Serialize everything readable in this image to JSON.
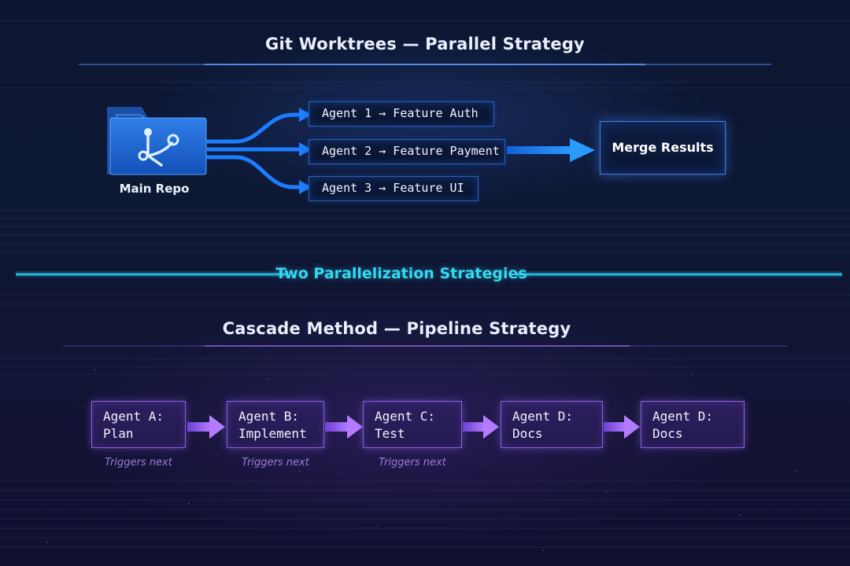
{
  "titles": {
    "worktrees": "Git Worktrees — Parallel Strategy",
    "divider": "Two Parallelization Strategies",
    "cascade": "Cascade Method — Pipeline Strategy"
  },
  "repo": {
    "label": "Main Repo",
    "icon": "git-branch-folder-icon"
  },
  "worktree_agents": [
    {
      "label": "Agent 1 → Feature Auth"
    },
    {
      "label": "Agent 2 → Feature Payment"
    },
    {
      "label": "Agent 3 → Feature UI"
    }
  ],
  "merge": {
    "label": "Merge Results"
  },
  "cascade_stages": [
    {
      "line1": "Agent A:",
      "line2": "Plan"
    },
    {
      "line1": "Agent B:",
      "line2": "Implement"
    },
    {
      "line1": "Agent C:",
      "line2": "Test"
    },
    {
      "line1": "Agent D:",
      "line2": "Docs"
    },
    {
      "line1": "Agent D:",
      "line2": "Docs"
    }
  ],
  "trigger_labels": [
    "Triggers next",
    "Triggers next",
    "Triggers next"
  ],
  "colors": {
    "parallel_accent": "#1e88ff",
    "cascade_accent": "#9b5cf0",
    "divider_accent": "#36d8f0"
  }
}
